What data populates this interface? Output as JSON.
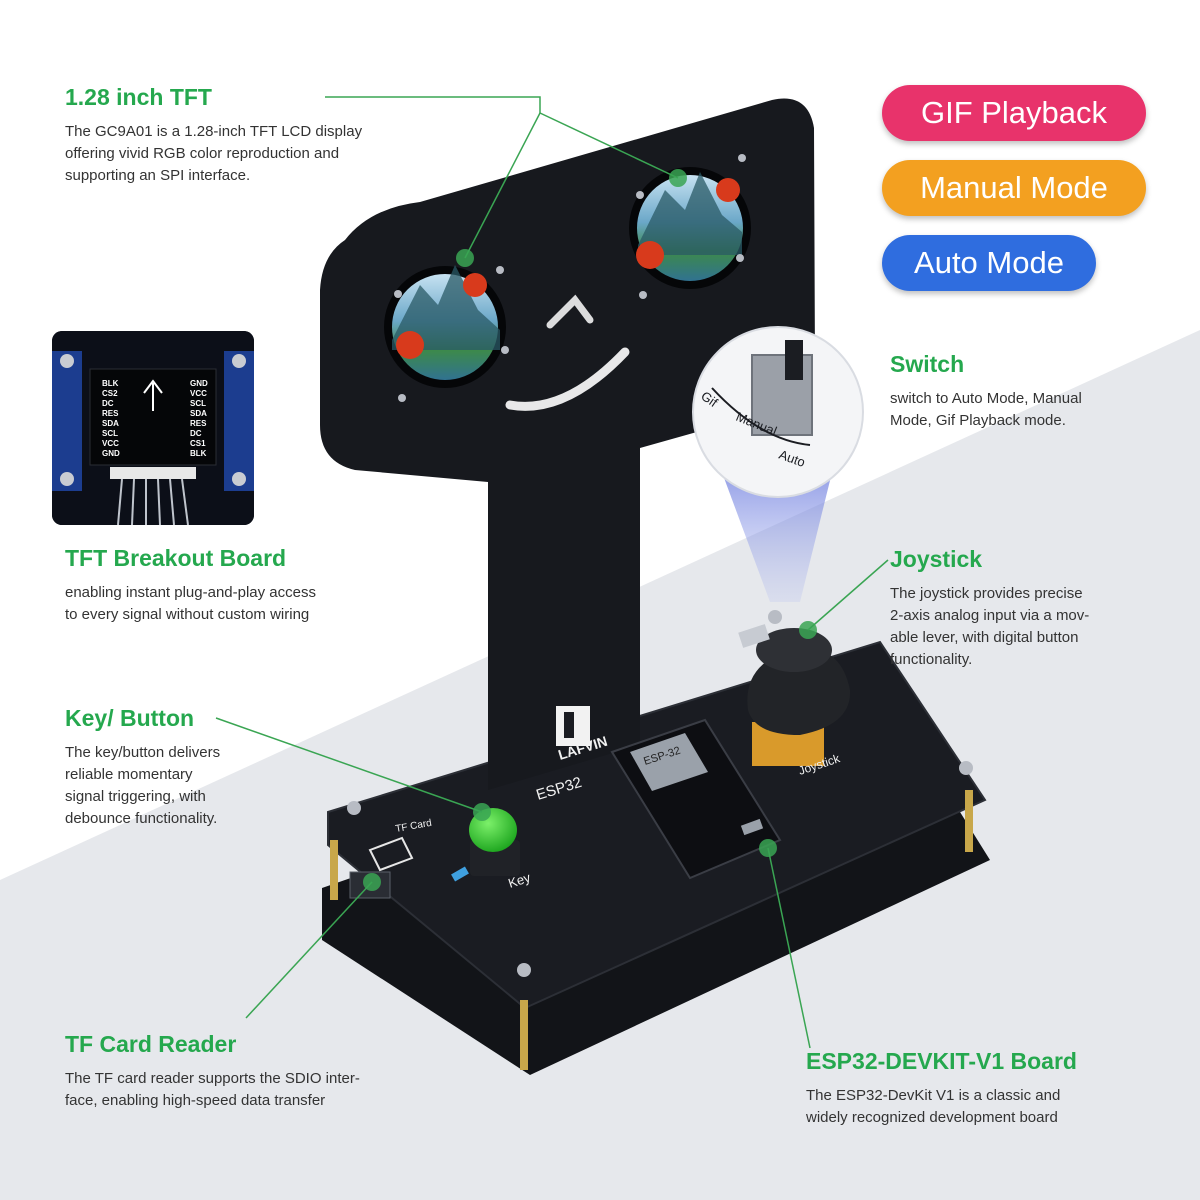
{
  "labels": {
    "tft": {
      "title": "1.28 inch TFT",
      "lines": [
        "The GC9A01 is a 1.28-inch TFT LCD display",
        "offering vivid RGB color reproduction and",
        "supporting an SPI interface."
      ]
    },
    "breakout": {
      "title": "TFT Breakout Board",
      "lines": [
        "enabling instant plug-and-play access",
        "to every signal without custom wiring"
      ]
    },
    "key": {
      "title": "Key/ Button",
      "lines": [
        "The key/button delivers",
        "reliable momentary",
        "signal triggering, with",
        "debounce functionality."
      ]
    },
    "tfcard": {
      "title": "TF Card Reader",
      "lines": [
        "The TF card reader supports the SDIO inter-",
        "face, enabling high-speed data transfer"
      ]
    },
    "switch": {
      "title": "Switch",
      "lines": [
        "switch to Auto Mode, Manual",
        "Mode, Gif Playback mode."
      ]
    },
    "joystick": {
      "title": "Joystick",
      "lines": [
        "The joystick provides precise",
        "2-axis analog input via a mov-",
        "able lever, with digital button",
        "functionality."
      ]
    },
    "esp32": {
      "title": "ESP32-DEVKIT-V1 Board",
      "lines": [
        "The ESP32-DevKit V1 is a classic and",
        "widely recognized development board"
      ]
    }
  },
  "modes": [
    "GIF Playback",
    "Manual Mode",
    "Auto Mode"
  ],
  "mode_colors": [
    "#e8336b",
    "#f3a020",
    "#2f6ddf"
  ],
  "inset": {
    "left_pins": [
      "BLK",
      "CS2",
      "DC",
      "RES",
      "SDA",
      "SCL",
      "VCC",
      "GND"
    ],
    "right_pins": [
      "GND",
      "VCC",
      "SCL",
      "SDA",
      "RES",
      "DC",
      "CS1",
      "BLK"
    ]
  },
  "board": {
    "brand": "LAFVIN",
    "esp_text": "ESP32",
    "module_text": "ESP-32",
    "joystick_label": "Joystick",
    "key_label": "Key",
    "tf_label": "TF Card",
    "switch_positions": [
      "Gif",
      "Manual",
      "Auto"
    ]
  },
  "colors": {
    "title_green": "#25a84e",
    "callout_green": "#3aa553",
    "background_gray": "#e6e8ec"
  }
}
